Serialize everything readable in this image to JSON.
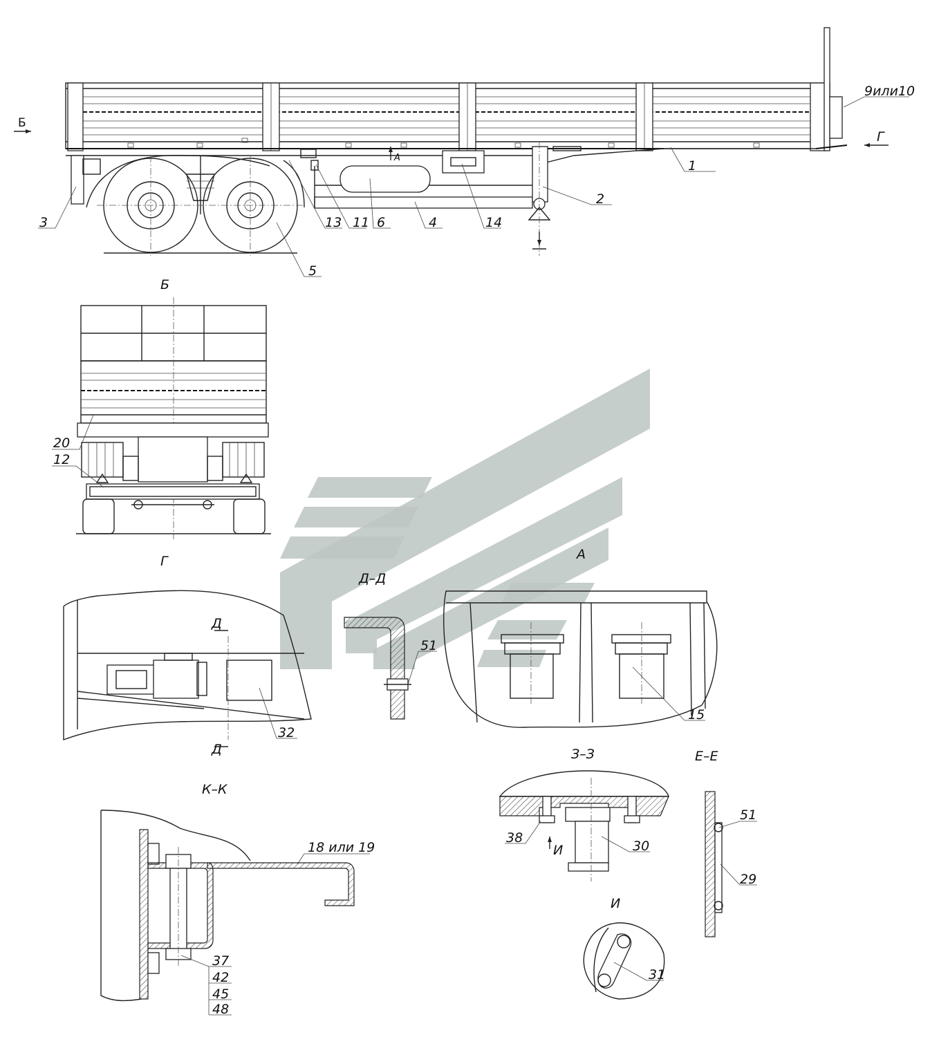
{
  "callouts": {
    "c1": "1",
    "c2": "2",
    "c3": "3",
    "c4": "4",
    "c5": "5",
    "c6": "6",
    "c11": "11",
    "c13": "13",
    "c14": "14",
    "c9or10": "9или10",
    "c20": "20",
    "c12": "12",
    "c32": "32",
    "c51a": "51",
    "c15": "15",
    "c38": "38",
    "c30": "30",
    "c51b": "51",
    "c29": "29",
    "c31": "31",
    "c18or19": "18 или 19",
    "c37": "37",
    "c42": "42",
    "c45": "45",
    "c48": "48"
  },
  "views": {
    "arrow_b": "Б",
    "arrow_g": "Г",
    "view_b": "Б",
    "view_g": "Г",
    "section_d": "Д–Д",
    "view_a": "А",
    "arrow_a": "А",
    "cut_d_top": "Д",
    "cut_d_bottom": "Д",
    "section_z": "З–З",
    "section_e": "Е–Е",
    "section_k": "К–К",
    "view_i": "И",
    "arrow_i": "И"
  },
  "colors": {
    "line": "#222222",
    "watermark": "#bcc6c2"
  }
}
